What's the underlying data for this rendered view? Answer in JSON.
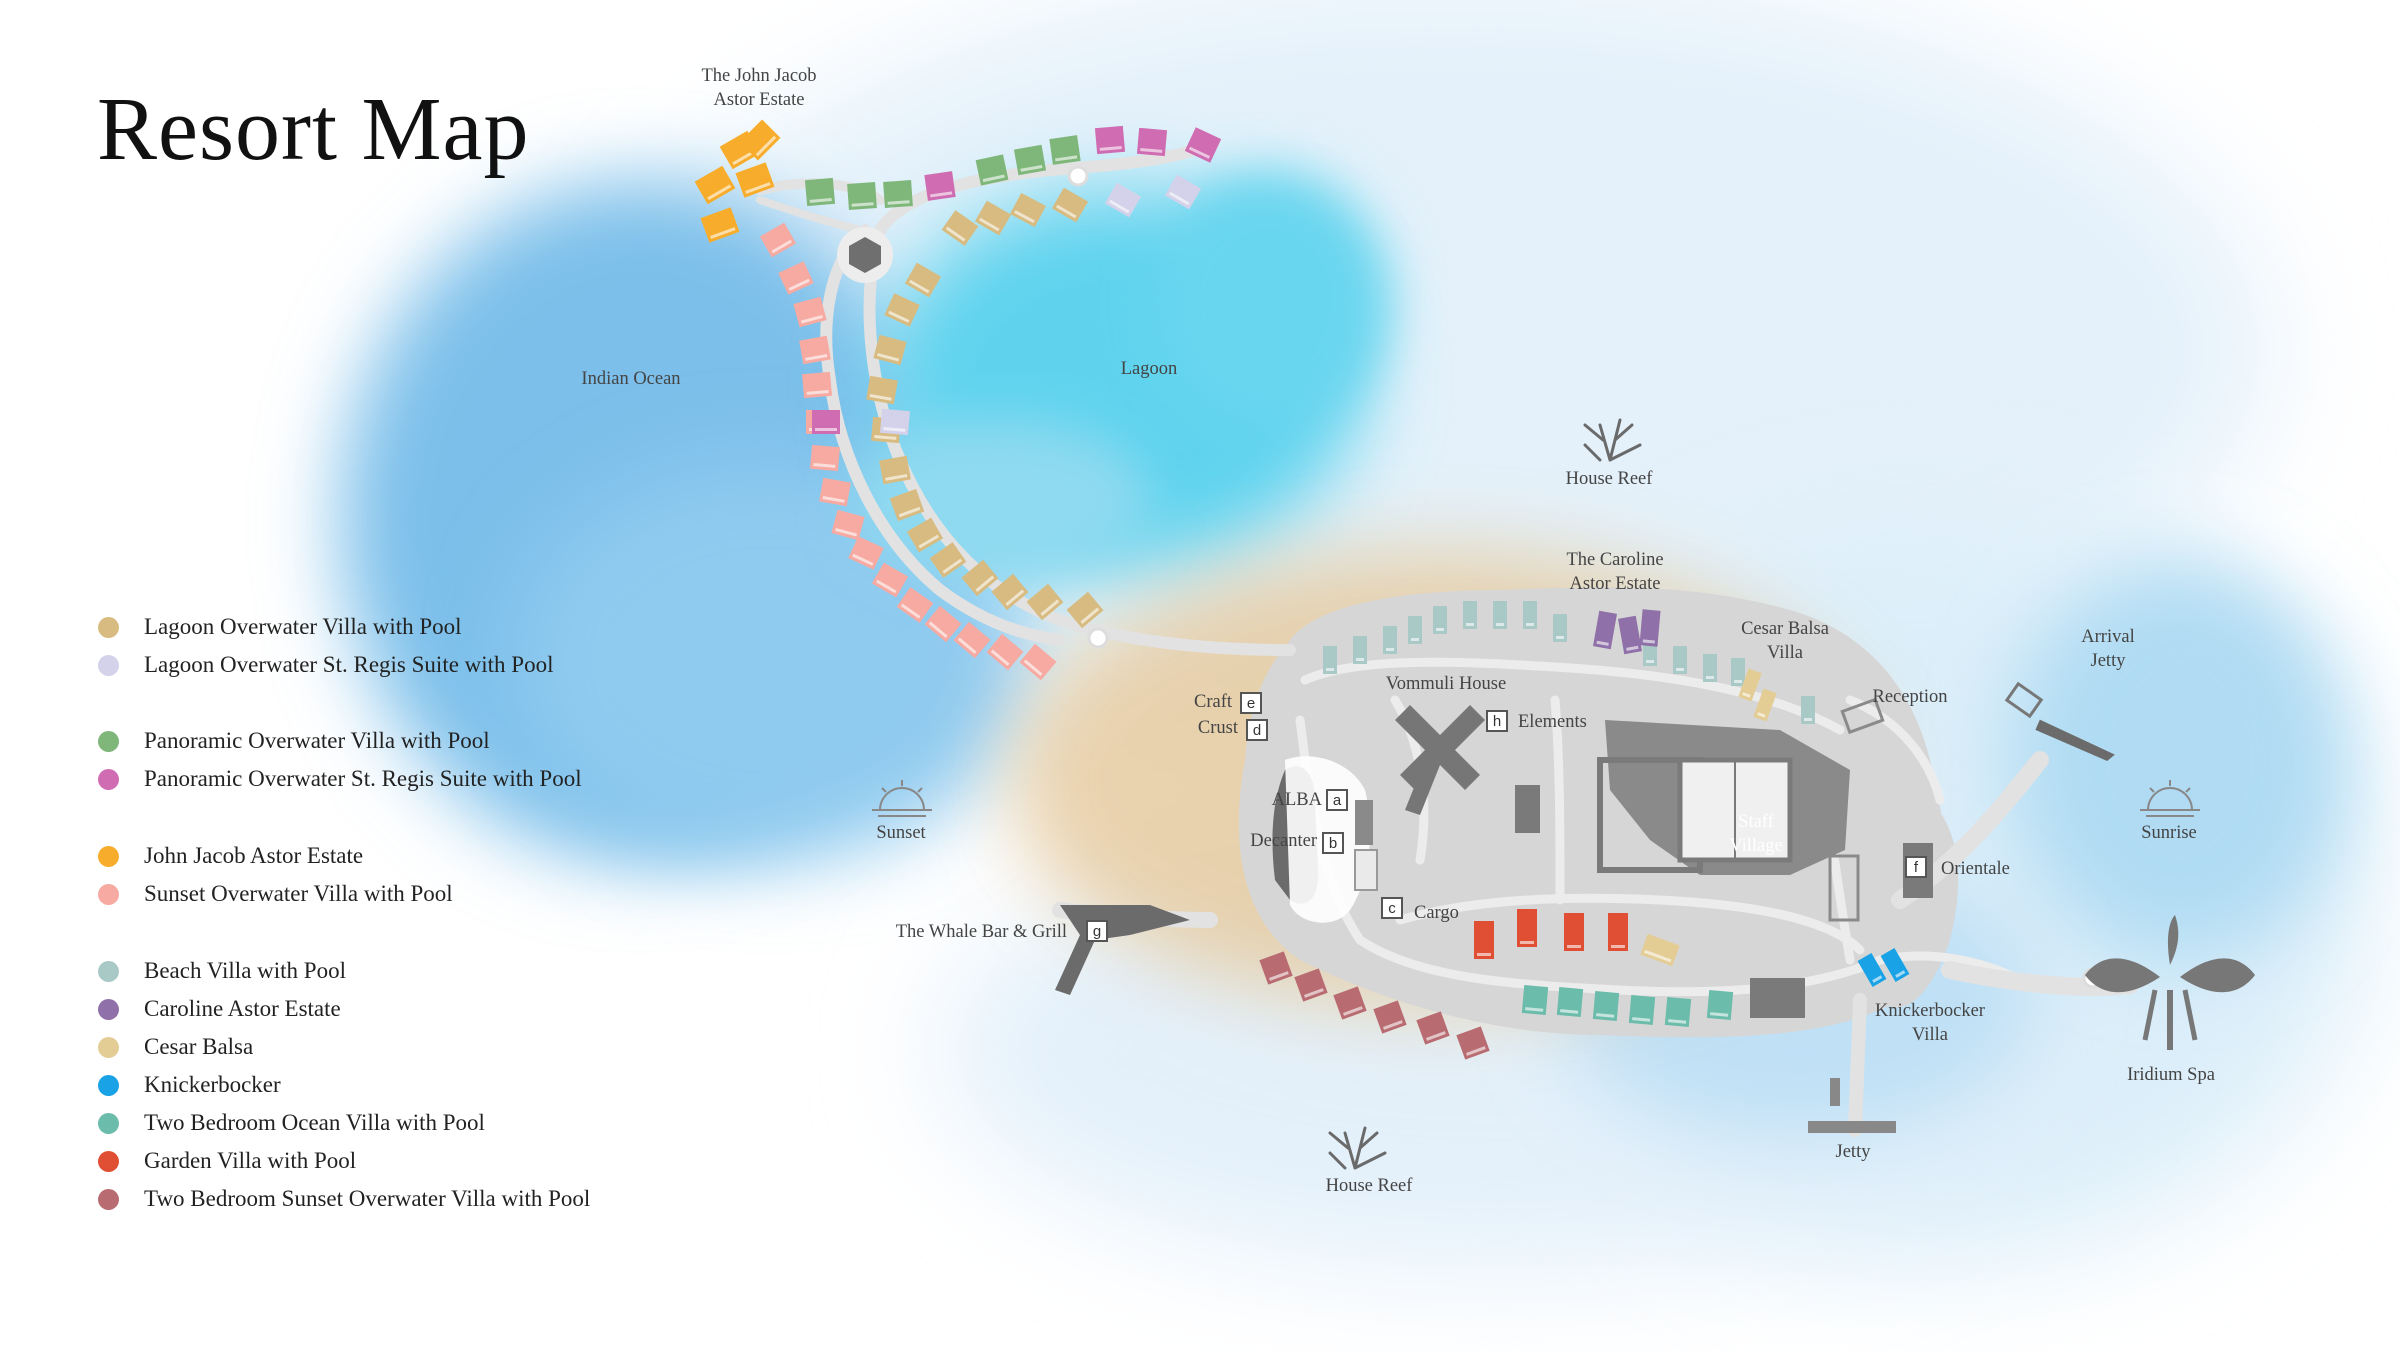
{
  "title": "Resort Map",
  "colors": {
    "lagoon_villa": "#d8bb80",
    "lagoon_suite": "#d4d2ea",
    "panoramic_villa": "#7fb77b",
    "panoramic_suite": "#cf6cb2",
    "john_jacob": "#f7ad2b",
    "sunset_villa": "#f6aaa2",
    "beach_villa": "#a9c9c6",
    "caroline": "#8f70a8",
    "cesar": "#e3cd95",
    "knickerbocker": "#1aa2e6",
    "ocean_villa": "#6bbcab",
    "garden_villa": "#e04f33",
    "sunset_overwater_2br": "#b86c72",
    "land": "#d6d6d6",
    "building": "#777777",
    "path": "#eaeaea"
  },
  "legend": [
    {
      "label": "Lagoon Overwater Villa with Pool",
      "color": "#d8bb80"
    },
    {
      "label": "Lagoon Overwater St. Regis Suite with Pool",
      "color": "#d4d2ea"
    },
    {
      "label": "Panoramic Overwater Villa with Pool",
      "color": "#7fb77b"
    },
    {
      "label": "Panoramic Overwater St. Regis Suite with Pool",
      "color": "#cf6cb2"
    },
    {
      "label": "John Jacob Astor Estate",
      "color": "#f7ad2b"
    },
    {
      "label": "Sunset Overwater Villa with Pool",
      "color": "#f6aaa2"
    },
    {
      "label": "Beach Villa with Pool",
      "color": "#a9c9c6"
    },
    {
      "label": "Caroline Astor Estate",
      "color": "#8f70a8"
    },
    {
      "label": "Cesar Balsa",
      "color": "#e3cd95"
    },
    {
      "label": "Knickerbocker",
      "color": "#1aa2e6"
    },
    {
      "label": "Two Bedroom Ocean Villa with Pool",
      "color": "#6bbcab"
    },
    {
      "label": "Garden Villa with Pool",
      "color": "#e04f33"
    },
    {
      "label": "Two Bedroom Sunset Overwater Villa with Pool",
      "color": "#b86c72"
    }
  ],
  "labels": {
    "john_jacob_estate": [
      "The John Jacob",
      "Astor Estate"
    ],
    "indian_ocean": "Indian Ocean",
    "lagoon": "Lagoon",
    "house_reef_top": "House Reef",
    "house_reef_bottom": "House Reef",
    "caroline_estate": [
      "The Caroline",
      "Astor Estate"
    ],
    "cesar_villa": [
      "Cesar Balsa",
      "Villa"
    ],
    "arrival_jetty": [
      "Arrival",
      "Jetty"
    ],
    "reception": "Reception",
    "vommuli_house": "Vommuli House",
    "craft": "Craft",
    "crust": "Crust",
    "elements": "Elements",
    "alba": "ALBA",
    "decanter": "Decanter",
    "staff_village": [
      "Staff",
      "Village"
    ],
    "orientale": "Orientale",
    "sunset": "Sunset",
    "sunrise": "Sunrise",
    "whale_bar": "The Whale Bar & Grill",
    "cargo": "Cargo",
    "knickerbocker_villa": [
      "Knickerbocker",
      "Villa"
    ],
    "iridium_spa": "Iridium Spa",
    "jetty": "Jetty"
  },
  "markers": {
    "a": "a",
    "b": "b",
    "c": "c",
    "d": "d",
    "e": "e",
    "f": "f",
    "g": "g",
    "h": "h"
  }
}
